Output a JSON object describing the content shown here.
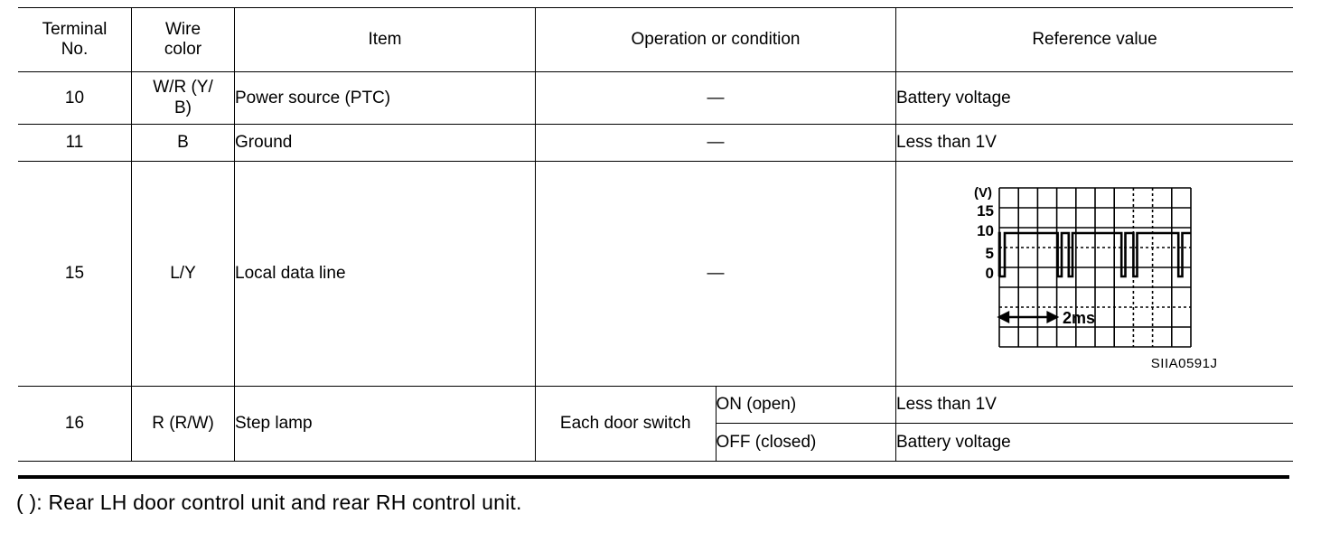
{
  "table": {
    "headers": [
      {
        "label": "Terminal\nNo."
      },
      {
        "label": "Wire\ncolor"
      },
      {
        "label": "Item"
      },
      {
        "label": "Operation or condition"
      },
      {
        "label": "Reference value"
      }
    ],
    "header_labels": {
      "terminal_no_line1": "Terminal",
      "terminal_no_line2": "No.",
      "wire_color_line1": "Wire",
      "wire_color_line2": "color",
      "item": "Item",
      "operation": "Operation or condition",
      "reference": "Reference value"
    },
    "rows": [
      {
        "terminal_no": "10",
        "wire_color": "W/R (Y/\nB)",
        "wire_color_line1": "W/R (Y/",
        "wire_color_line2": "B)",
        "item": "Power source (PTC)",
        "operation": "—",
        "reference": "Battery voltage"
      },
      {
        "terminal_no": "11",
        "wire_color": "B",
        "item": "Ground",
        "operation": "—",
        "reference": "Less than 1V"
      },
      {
        "terminal_no": "15",
        "wire_color": "L/Y",
        "item": "Local data line",
        "operation": "—",
        "reference_figure": {
          "figure_code": "SIIA0591J"
        }
      },
      {
        "terminal_no": "16",
        "wire_color": "R (R/W)",
        "item": "Step lamp",
        "operation": "Each door switch",
        "sub_conditions": [
          {
            "condition": "ON (open)",
            "reference": "Less than 1V"
          },
          {
            "condition": "OFF (closed)",
            "reference": "Battery voltage"
          }
        ]
      }
    ]
  },
  "footnote": "( ): Rear LH door control unit and rear RH control unit.",
  "chart_data": {
    "type": "line",
    "title": "",
    "xlabel": "",
    "ylabel": "(V)",
    "y_unit_label": "(V)",
    "y_tick_labels": [
      "15",
      "10",
      "5",
      "0"
    ],
    "y_tick_values": [
      15,
      10,
      5,
      0
    ],
    "ylim": [
      -15,
      25
    ],
    "grid": true,
    "grid_columns": 10,
    "grid_rows": 8,
    "time_scale_label": "2ms",
    "time_scale_divisions": 2,
    "figure_code": "SIIA0591J",
    "high_level_volts": 9,
    "low_level_volts": 0,
    "waveform_description": "Digital serial data line signal: idle high at approximately 9V with negative-going pulses down to 0V.",
    "pulses_low_div": [
      [
        0.0,
        0.28
      ],
      [
        3.05,
        3.35
      ],
      [
        3.62,
        3.92
      ],
      [
        6.38,
        6.68
      ],
      [
        7.0,
        7.3
      ],
      [
        9.35,
        9.62
      ]
    ]
  }
}
